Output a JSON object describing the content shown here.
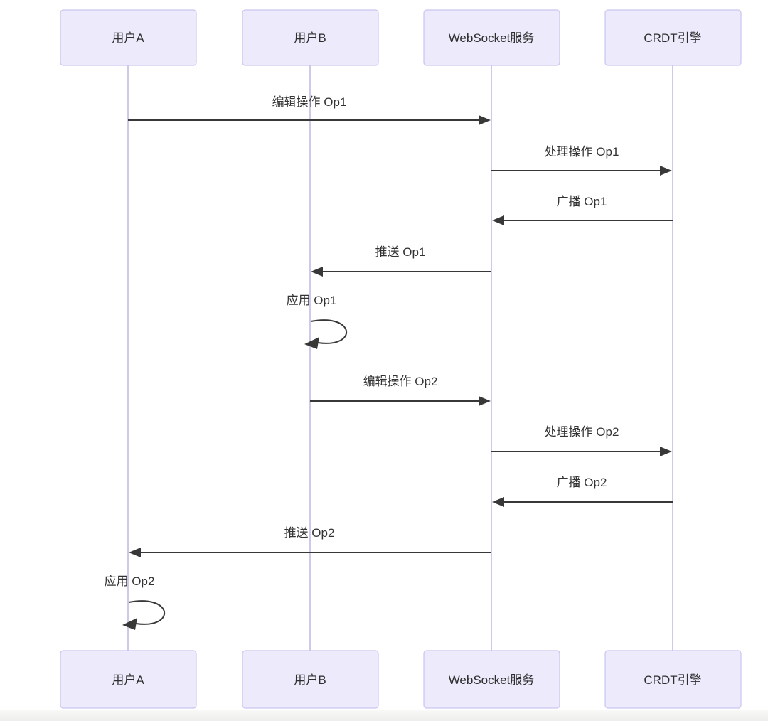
{
  "diagram": {
    "type": "sequence-diagram",
    "participants": [
      {
        "id": "userA",
        "name": "用户A"
      },
      {
        "id": "userB",
        "name": "用户B"
      },
      {
        "id": "wsService",
        "name": "WebSocket服务"
      },
      {
        "id": "crdtEngine",
        "name": "CRDT引擎"
      }
    ],
    "messages": [
      {
        "from": "用户A",
        "to": "WebSocket服务",
        "label": "编辑操作 Op1",
        "kind": "solid-arrow"
      },
      {
        "from": "WebSocket服务",
        "to": "CRDT引擎",
        "label": "处理操作 Op1",
        "kind": "solid-arrow"
      },
      {
        "from": "CRDT引擎",
        "to": "WebSocket服务",
        "label": "广播 Op1",
        "kind": "solid-arrow"
      },
      {
        "from": "WebSocket服务",
        "to": "用户B",
        "label": "推送 Op1",
        "kind": "solid-arrow"
      },
      {
        "from": "用户B",
        "to": "用户B",
        "label": "应用 Op1",
        "kind": "self-loop"
      },
      {
        "from": "用户B",
        "to": "WebSocket服务",
        "label": "编辑操作 Op2",
        "kind": "solid-arrow"
      },
      {
        "from": "WebSocket服务",
        "to": "CRDT引擎",
        "label": "处理操作 Op2",
        "kind": "solid-arrow"
      },
      {
        "from": "CRDT引擎",
        "to": "WebSocket服务",
        "label": "广播 Op2",
        "kind": "solid-arrow"
      },
      {
        "from": "WebSocket服务",
        "to": "用户A",
        "label": "推送 Op2",
        "kind": "solid-arrow"
      },
      {
        "from": "用户A",
        "to": "用户A",
        "label": "应用 Op2",
        "kind": "self-loop"
      }
    ],
    "colors": {
      "actor_fill": "#ECEAFB",
      "actor_border": "#C9C5EF",
      "lifeline": "#CDCAE9",
      "arrow": "#383838",
      "text": "#333333",
      "background": "#FFFFFF",
      "bottom_strip": "#EEEEEC"
    }
  }
}
